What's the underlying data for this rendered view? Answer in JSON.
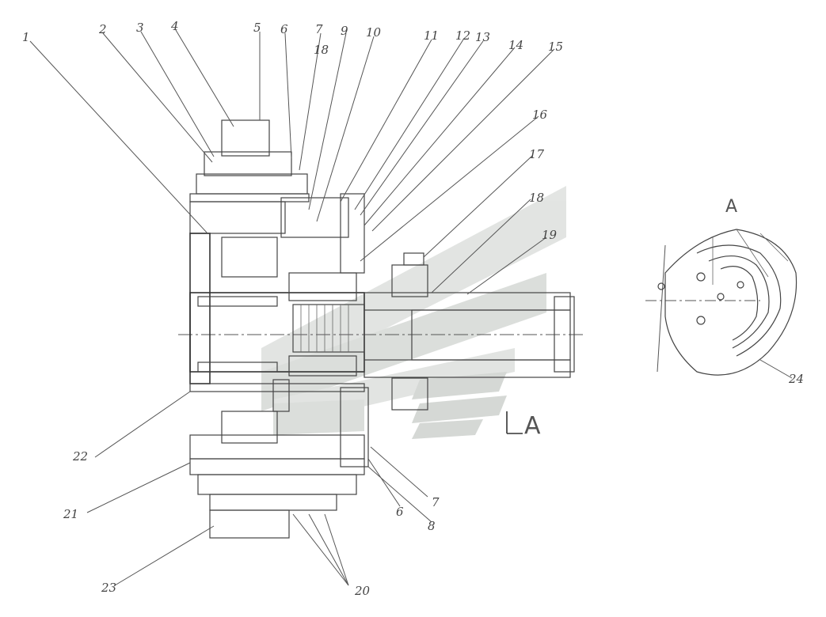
{
  "view_label_a": "A",
  "section_label_a": "A",
  "callouts": {
    "c1": "1",
    "c2": "2",
    "c3": "3",
    "c4": "4",
    "c5": "5",
    "c6": "6",
    "c7": "7",
    "c9": "9",
    "c10": "10",
    "c11": "11",
    "c12": "12",
    "c13": "13",
    "c14": "14",
    "c15": "15",
    "c16": "16",
    "c17": "17",
    "c18": "18",
    "c19": "19",
    "c24": "24",
    "c22": "22",
    "c21": "21",
    "c23": "23",
    "c20": "20",
    "c6b": "6",
    "c7b": "7",
    "c8": "8",
    "c18b": "18"
  },
  "watermark_colors": [
    "#d9dcd9",
    "#c7cbc7"
  ]
}
